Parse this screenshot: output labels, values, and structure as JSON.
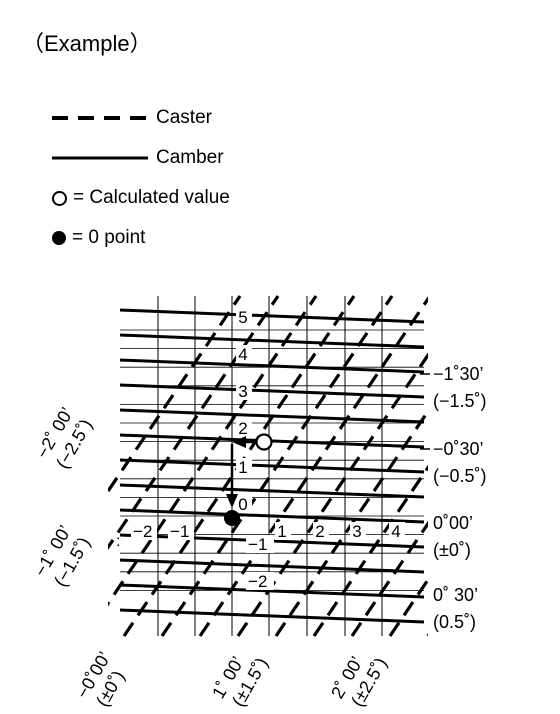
{
  "title": "（Example）",
  "legend": {
    "caster": "Caster",
    "camber": "Camber",
    "calculated": "= Calculated value",
    "zero_point": "= 0 point"
  },
  "grid": {
    "row_labels_upper": [
      "5",
      "4",
      "3",
      "2",
      "1",
      "0"
    ],
    "row_labels_lower": [
      "1",
      "2"
    ],
    "col_labels_left": [
      "2",
      "1"
    ],
    "col_labels_right": [
      "1",
      "2",
      "3",
      "4"
    ]
  },
  "right_labels": [
    {
      "deg": "−1˚30’",
      "dec": "(−1.5˚)"
    },
    {
      "deg": "−0˚30’",
      "dec": "(−0.5˚)"
    },
    {
      "deg": "0˚00’",
      "dec": "(±0˚)"
    },
    {
      "deg": "0˚ 30’",
      "dec": "(0.5˚)"
    }
  ],
  "left_labels": [
    {
      "deg": "−2˚ 00’",
      "dec": "(−2.5˚)"
    },
    {
      "deg": "−1˚ 00’",
      "dec": "(−1.5˚)"
    }
  ],
  "bottom_labels": [
    {
      "deg": "−0˚00’",
      "dec": "(±0˚)"
    },
    {
      "deg": "1˚ 00’",
      "dec": "(±1.5˚)"
    },
    {
      "deg": "2˚ 00’",
      "dec": "(±2.5˚)"
    }
  ]
}
